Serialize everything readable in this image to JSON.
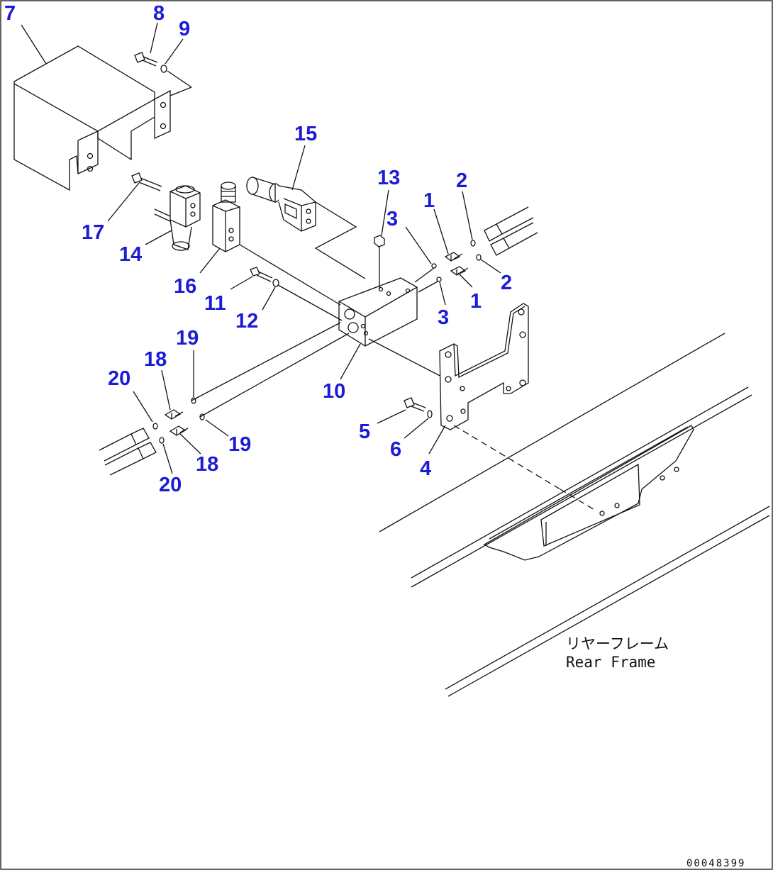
{
  "diagram": {
    "frame_label_jp": "リヤーフレーム",
    "frame_label_en": "Rear Frame",
    "document_id": "00048399",
    "callouts": [
      {
        "id": "c7",
        "text": "7"
      },
      {
        "id": "c8",
        "text": "8"
      },
      {
        "id": "c9",
        "text": "9"
      },
      {
        "id": "c15",
        "text": "15"
      },
      {
        "id": "c13",
        "text": "13"
      },
      {
        "id": "c2a",
        "text": "2"
      },
      {
        "id": "c1a",
        "text": "1"
      },
      {
        "id": "c3a",
        "text": "3"
      },
      {
        "id": "c17",
        "text": "17"
      },
      {
        "id": "c14",
        "text": "14"
      },
      {
        "id": "c16",
        "text": "16"
      },
      {
        "id": "c11",
        "text": "11"
      },
      {
        "id": "c12",
        "text": "12"
      },
      {
        "id": "c2b",
        "text": "2"
      },
      {
        "id": "c1b",
        "text": "1"
      },
      {
        "id": "c3b",
        "text": "3"
      },
      {
        "id": "c19a",
        "text": "19"
      },
      {
        "id": "c18a",
        "text": "18"
      },
      {
        "id": "c20a",
        "text": "20"
      },
      {
        "id": "c10",
        "text": "10"
      },
      {
        "id": "c5",
        "text": "5"
      },
      {
        "id": "c6",
        "text": "6"
      },
      {
        "id": "c4",
        "text": "4"
      },
      {
        "id": "c19b",
        "text": "19"
      },
      {
        "id": "c18b",
        "text": "18"
      },
      {
        "id": "c20b",
        "text": "20"
      }
    ]
  }
}
